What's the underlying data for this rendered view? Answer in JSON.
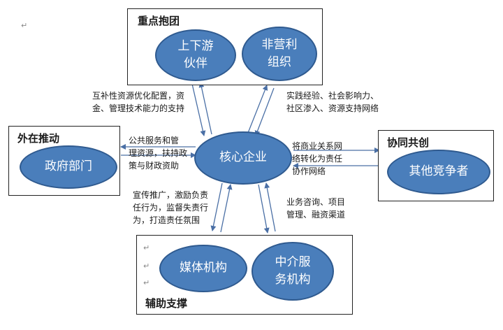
{
  "colors": {
    "node_fill": "#4a7ebb",
    "node_border": "#2f5a8f",
    "arrow": "#4a6fa5"
  },
  "groups": {
    "key": {
      "title": "重点抱团"
    },
    "external": {
      "title": "外在推动"
    },
    "cooperate": {
      "title": "协同共创"
    },
    "support": {
      "title": "辅助支撑"
    }
  },
  "nodes": {
    "core": "核心企业",
    "partners": [
      "上下游",
      "伙伴"
    ],
    "nonprofit": [
      "非营利",
      "组织"
    ],
    "government": "政府部门",
    "competitors": "其他竞争者",
    "media": "媒体机构",
    "intermediary": [
      "中介服",
      "务机构"
    ]
  },
  "labels": {
    "partners_flow": [
      "互补性资源优化配置，资",
      "金、管理技术能力的支持"
    ],
    "nonprofit_flow": [
      "实践经验、社会影响力、",
      "社区渗入、资源支持网络"
    ],
    "government_flow": [
      "公共服务和管",
      "理资源，扶持政",
      "策与财政资助"
    ],
    "competitors_flow": [
      "将商业关系网",
      "络转化为责任",
      "协作网络"
    ],
    "media_flow": [
      "宣传推广，激励负责",
      "任行为，监督失责行",
      "为，打造责任氛围"
    ],
    "intermediary_flow": [
      "业务咨询、项目",
      "管理、融资渠道"
    ]
  }
}
